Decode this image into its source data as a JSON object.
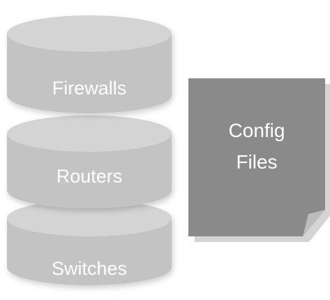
{
  "stack": {
    "layers": [
      {
        "label": "Switches"
      },
      {
        "label": "Routers"
      },
      {
        "label": "Firewalls"
      }
    ]
  },
  "document": {
    "line1": "Config",
    "line2": "Files"
  },
  "colors": {
    "cylinder_body": "#c3c3c3",
    "cylinder_top": "#d4d4d4",
    "cylinder_shadow": "#a9a9a9",
    "document_fill": "#8a8a8a",
    "document_fold": "#bcbcbc",
    "document_shadow": "#b0b0b0",
    "text": "#ffffff"
  }
}
